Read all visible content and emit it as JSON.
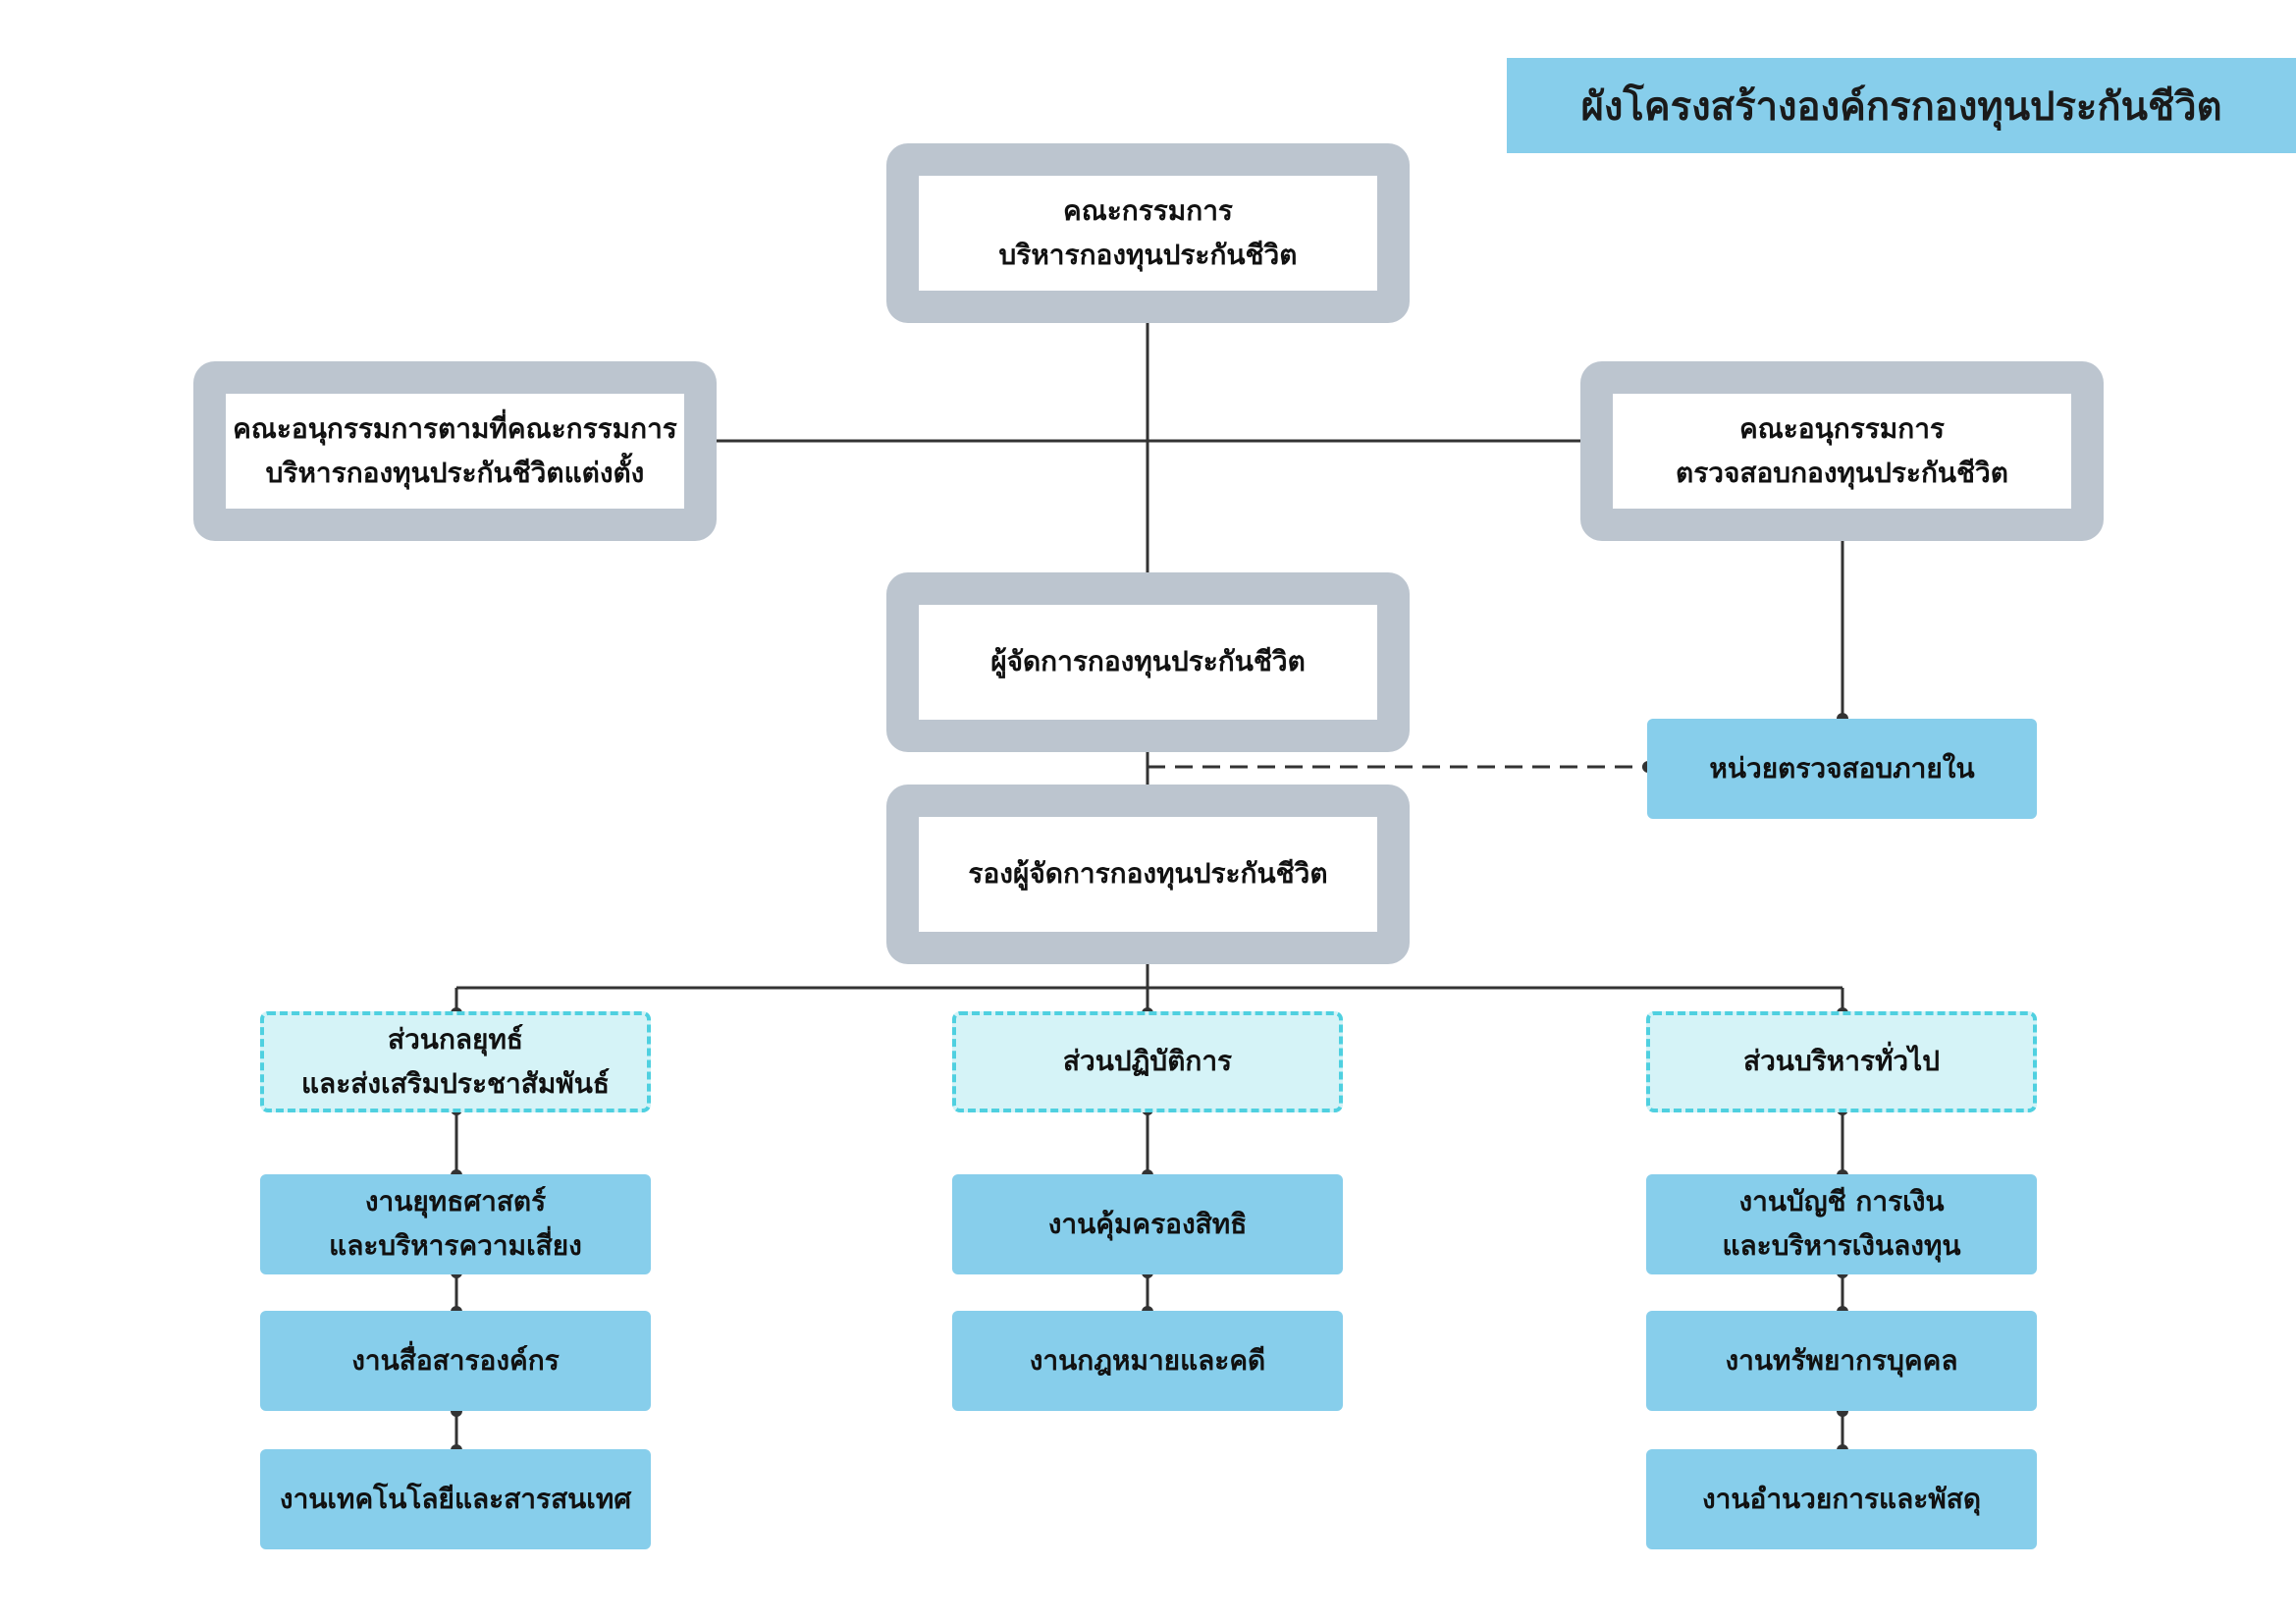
{
  "title": "ผังโครงสร้างองค์กรกองทุนประกันชีวิต",
  "colors": {
    "title_bg": "#87CEEB",
    "frame_gray": "#BCC5CF",
    "unit_blue": "#87CEEB",
    "division_fill": "#D5F3F7",
    "division_border": "#4FD0E0",
    "line": "#333333"
  },
  "board": {
    "line1": "คณะกรรมการ",
    "line2": "บริหารกองทุนประกันชีวิต"
  },
  "left_committee": {
    "line1": "คณะอนุกรรมการตามที่คณะกรรมการ",
    "line2": "บริหารกองทุนประกันชีวิตแต่งตั้ง"
  },
  "audit_committee": {
    "line1": "คณะอนุกรรมการ",
    "line2": "ตรวจสอบกองทุนประกันชีวิต"
  },
  "manager": "ผู้จัดการกองทุนประกันชีวิต",
  "internal_audit": "หน่วยตรวจสอบภายใน",
  "deputy_manager": "รองผู้จัดการกองทุนประกันชีวิต",
  "divisions": {
    "strategy": {
      "line1": "ส่วนกลยุทธ์",
      "line2": "และส่งเสริมประชาสัมพันธ์",
      "units": [
        {
          "line1": "งานยุทธศาสตร์",
          "line2": "และบริหารความเสี่ยง"
        },
        {
          "line1": "งานสื่อสารองค์กร"
        },
        {
          "line1": "งานเทคโนโลยีและสารสนเทศ"
        }
      ]
    },
    "operations": {
      "line1": "ส่วนปฏิบัติการ",
      "units": [
        {
          "line1": "งานคุ้มครองสิทธิ"
        },
        {
          "line1": "งานกฎหมายและคดี"
        }
      ]
    },
    "general": {
      "line1": "ส่วนบริหารทั่วไป",
      "units": [
        {
          "line1": "งานบัญชี การเงิน",
          "line2": "และบริหารเงินลงทุน"
        },
        {
          "line1": "งานทรัพยากรบุคคล"
        },
        {
          "line1": "งานอำนวยการและพัสดุ"
        }
      ]
    }
  }
}
